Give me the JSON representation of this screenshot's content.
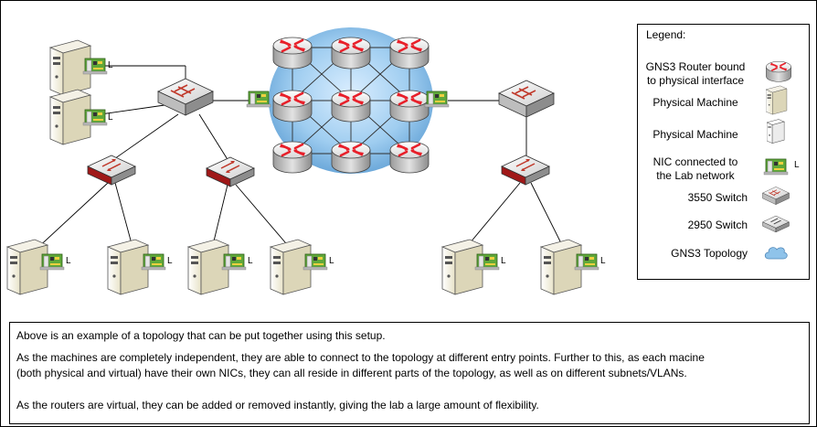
{
  "diagram": {
    "lan_label": "L"
  },
  "legend": {
    "title": "Legend:",
    "items": [
      {
        "label_lines": [
          "GNS3 Router bound",
          "to physical interface"
        ],
        "icon": "router-icon"
      },
      {
        "label_lines": [
          "Physical Machine"
        ],
        "icon": "pc-icon"
      },
      {
        "label_lines": [
          "Physical Machine"
        ],
        "icon": "pc-small-icon"
      },
      {
        "label_lines": [
          "NIC connected to",
          "the Lab network"
        ],
        "icon": "nic-icon",
        "suffix": "L"
      },
      {
        "label_lines": [
          "3550 Switch"
        ],
        "icon": "switch-3550-icon"
      },
      {
        "label_lines": [
          "2950 Switch"
        ],
        "icon": "switch-2950-icon"
      },
      {
        "label_lines": [
          "GNS3 Topology"
        ],
        "icon": "cloud-icon"
      }
    ]
  },
  "description": {
    "paragraphs": [
      [
        "Above is an example of a topology that can be put together using this setup."
      ],
      [
        "As the machines are completely independent, they are able to connect to the topology at different entry points. Further to this, as each macine",
        "(both physical and virtual) have their own NICs, they can all reside in different parts of the topology, as well as on different subnets/VLANs."
      ],
      [
        "As the routers are virtual, they can be added or removed instantly, giving the lab a large amount of flexibility."
      ]
    ]
  },
  "colors": {
    "router_red": "#e8202a",
    "router_body": "#d9d9d9",
    "cloud_blue": "#8fc3ea",
    "switch_red": "#a01818",
    "nic_green": "#6ab04c"
  }
}
